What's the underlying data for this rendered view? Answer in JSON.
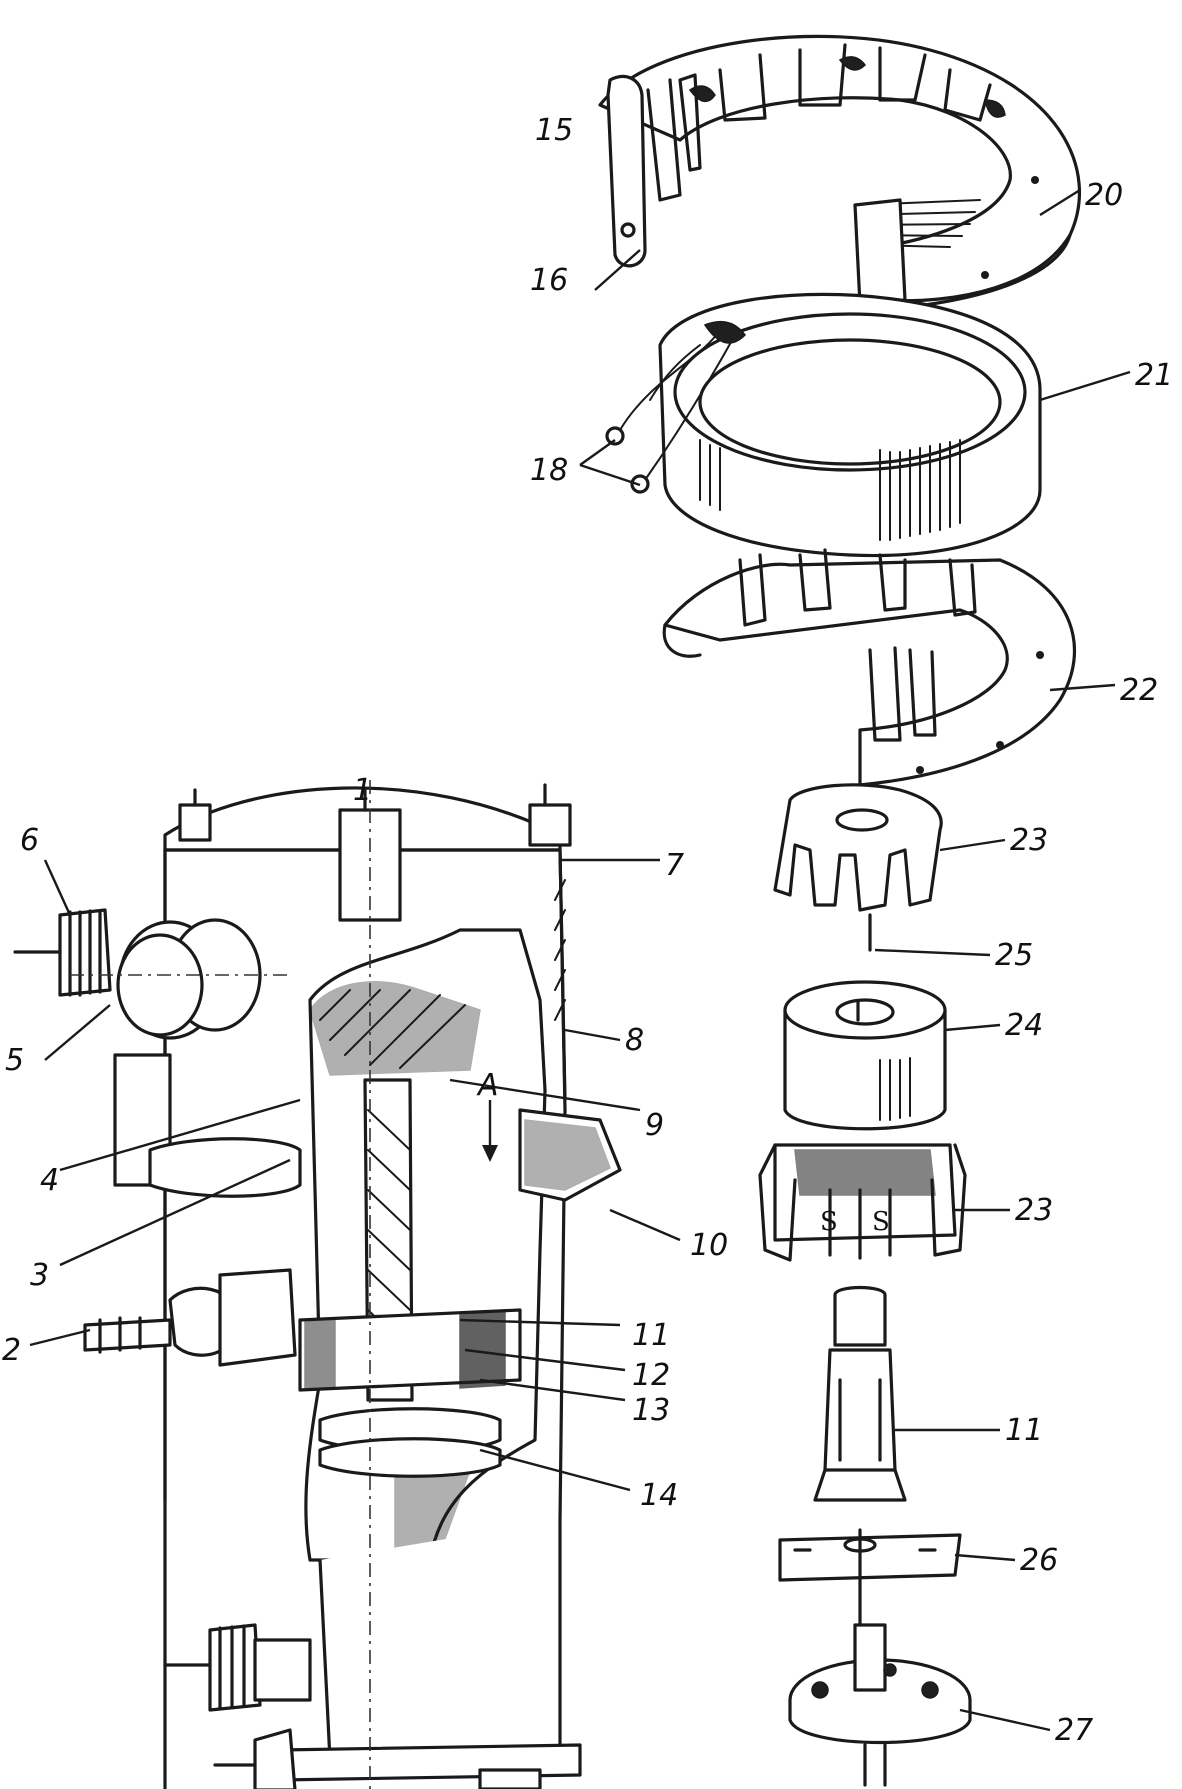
{
  "diagram": {
    "labels": [
      "1",
      "2",
      "3",
      "4",
      "5",
      "6",
      "7",
      "8",
      "9",
      "10",
      "11",
      "12",
      "13",
      "14",
      "15",
      "16",
      "18",
      "20",
      "21",
      "22",
      "23",
      "25",
      "24",
      "23",
      "11",
      "26",
      "27"
    ],
    "arrow_label": "A",
    "pole_mark": "S"
  }
}
